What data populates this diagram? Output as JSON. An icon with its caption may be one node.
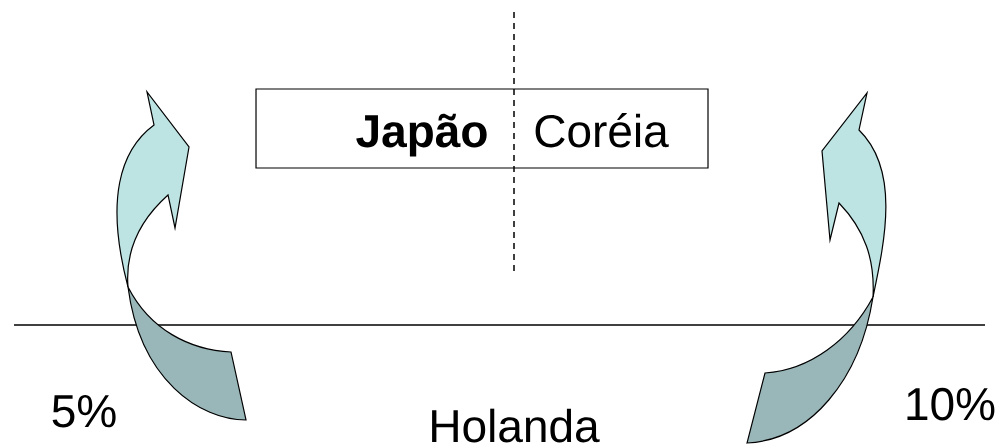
{
  "diagram": {
    "nodes": [
      {
        "text": [
          "Japão",
          "Coréia"
        ]
      }
    ],
    "labels": [
      "5%",
      "Holanda",
      "10%"
    ]
  }
}
